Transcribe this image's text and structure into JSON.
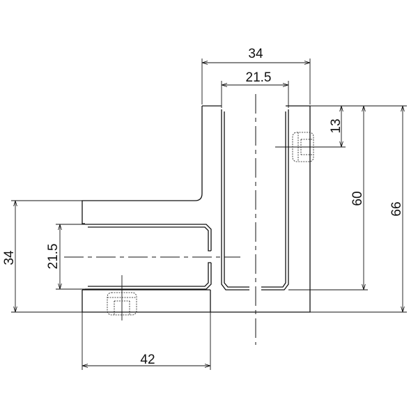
{
  "dimensions": {
    "top_width": "34",
    "top_inner_width": "21.5",
    "screw_offset": "13",
    "inner_height": "60",
    "outer_height": "66",
    "left_height": "34",
    "left_inner_height": "21.5",
    "bottom_width": "42"
  }
}
